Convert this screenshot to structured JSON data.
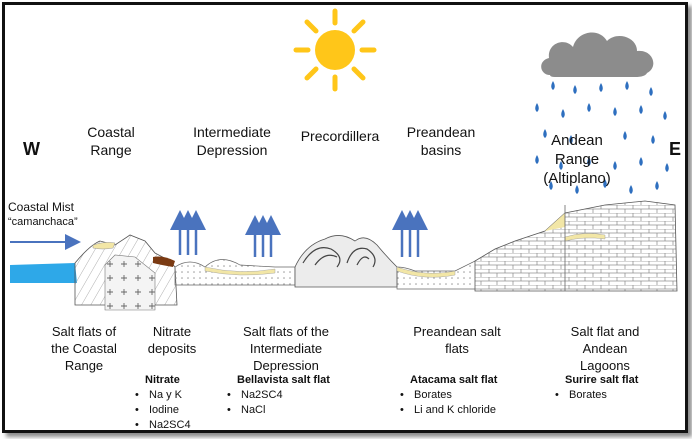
{
  "directions": {
    "west": "W",
    "east": "E"
  },
  "regions": {
    "coastal_range": "Coastal Range",
    "intermediate_depression": "Intermediate Depression",
    "precordillera": "Precordillera",
    "preandean_basins": "Preandean basins",
    "andean_range": "Andean Range (Altiplano)"
  },
  "mist": {
    "line1": "Coastal Mist",
    "line2": "“camanchaca”"
  },
  "bottom_labels": {
    "coastal_salt_flats": "Salt flats of the Coastal Range",
    "nitrate_deposits": "Nitrate deposits",
    "intermediate_salt_flats": "Salt flats of the Intermediate Depression",
    "preandean_salt_flats": "Preandean salt flats",
    "andean_salt_flat": "Salt flat and Andean Lagoons"
  },
  "examples": {
    "nitrate": {
      "title": "Nitrate",
      "items": [
        "Na y K",
        "Iodine",
        "Na2SC4"
      ]
    },
    "bellavista": {
      "title": "Bellavista salt flat",
      "items": [
        "Na2SC4",
        "NaCl"
      ]
    },
    "atacama": {
      "title": "Atacama salt flat",
      "items": [
        "Borates",
        "Li and K chloride"
      ]
    },
    "surire": {
      "title": "Surire salt flat",
      "items": [
        "Borates"
      ]
    }
  },
  "colors": {
    "sun": "#FFC619",
    "cloud": "#8C8C8C",
    "rain": "#2E6FBF",
    "arrows": "#4A73BE",
    "sea": "#2EA8E8",
    "salt": "#F2E6A6",
    "nitrate": "#7A3A12"
  }
}
